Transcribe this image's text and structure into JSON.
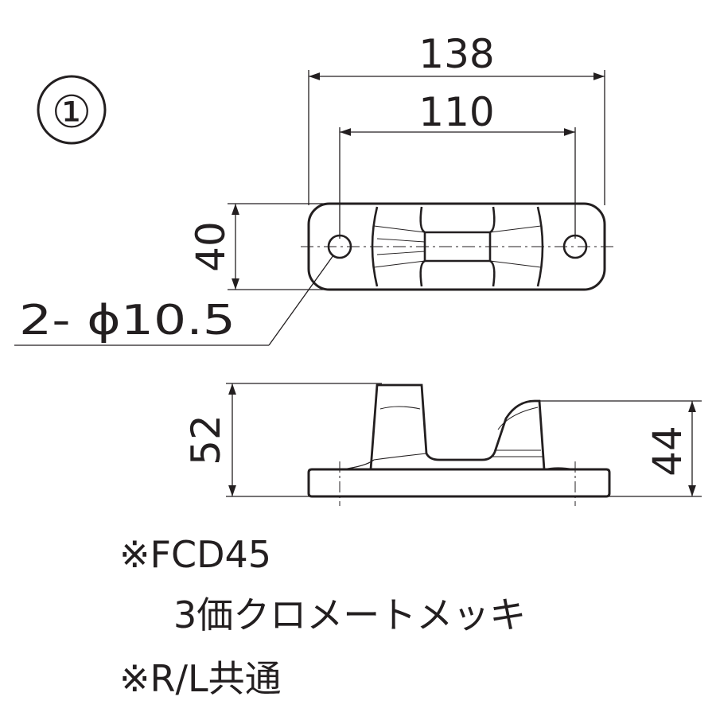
{
  "part_number": "①",
  "dimensions": {
    "overall_length": "138",
    "hole_pitch": "110",
    "width": "40",
    "hole_callout": "2- ϕ10.5",
    "overall_height": "52",
    "horn_height": "44"
  },
  "notes": {
    "material": "※FCD45",
    "finish": "3価クロメートメッキ",
    "side": "※R/L共通"
  }
}
